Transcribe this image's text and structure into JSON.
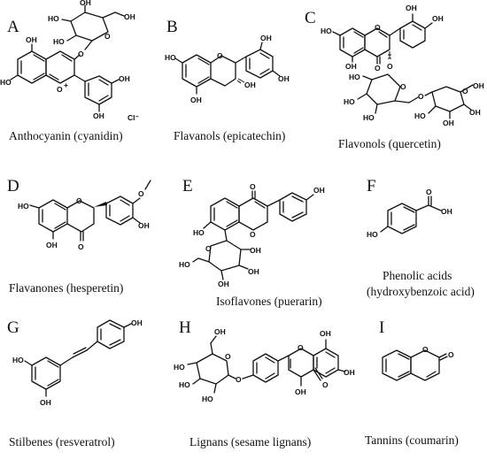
{
  "panels": [
    {
      "letter": "A",
      "caption_lines": [
        "Anthocyanin (cyanidin)"
      ],
      "labels": {
        "oh": "OH",
        "ho": "HO",
        "o": "O",
        "plus": "+",
        "cl": "Cl⁻"
      }
    },
    {
      "letter": "B",
      "caption_lines": [
        "Flavanols (epicatechin)"
      ],
      "labels": {
        "oh": "OH",
        "ho": "HO",
        "o": "O"
      }
    },
    {
      "letter": "C",
      "caption_lines": [
        "Flavonols (quercetin)"
      ],
      "labels": {
        "oh": "OH",
        "ho": "HO",
        "o": "O"
      }
    },
    {
      "letter": "D",
      "caption_lines": [
        "Flavanones (hesperetin)"
      ],
      "labels": {
        "oh": "OH",
        "ho": "HO",
        "o": "O"
      }
    },
    {
      "letter": "E",
      "caption_lines": [
        "Isoflavones (puerarin)"
      ],
      "labels": {
        "oh": "OH",
        "ho": "HO",
        "o": "O"
      }
    },
    {
      "letter": "F",
      "caption_lines": [
        "Phenolic acids",
        "(hydroxybenzoic acid)"
      ],
      "labels": {
        "oh": "OH",
        "ho": "HO",
        "o": "O"
      }
    },
    {
      "letter": "G",
      "caption_lines": [
        "Stilbenes (resveratrol)"
      ],
      "labels": {
        "oh": "OH",
        "ho": "HO"
      }
    },
    {
      "letter": "H",
      "caption_lines": [
        "Lignans (sesame lignans)"
      ],
      "labels": {
        "oh": "OH",
        "ho": "HO",
        "o": "O"
      }
    },
    {
      "letter": "I",
      "caption_lines": [
        "Tannins (coumarin)"
      ],
      "labels": {
        "o": "O"
      }
    }
  ]
}
